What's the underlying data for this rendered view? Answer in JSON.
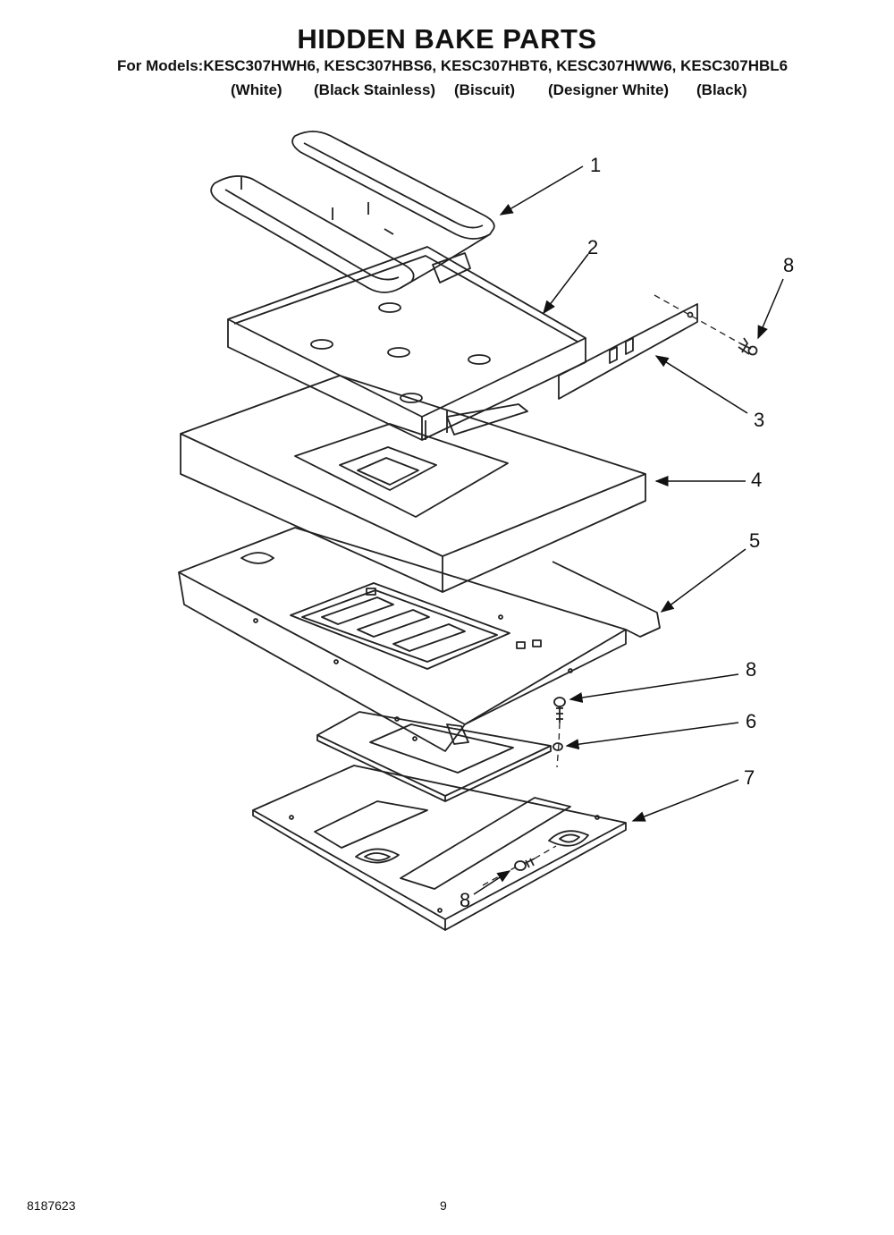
{
  "title": "HIDDEN BAKE PARTS",
  "models_line": "For Models:KESC307HWH6, KESC307HBS6, KESC307HBT6, KESC307HWW6, KESC307HBL6",
  "variants": [
    "(White)",
    "(Black Stainless)",
    "(Biscuit)",
    "(Designer White)",
    "(Black)"
  ],
  "callouts": [
    "1",
    "2",
    "8",
    "3",
    "4",
    "5",
    "8",
    "6",
    "7",
    "8"
  ],
  "footer": {
    "doc_number": "8187623",
    "page_number": "9"
  }
}
